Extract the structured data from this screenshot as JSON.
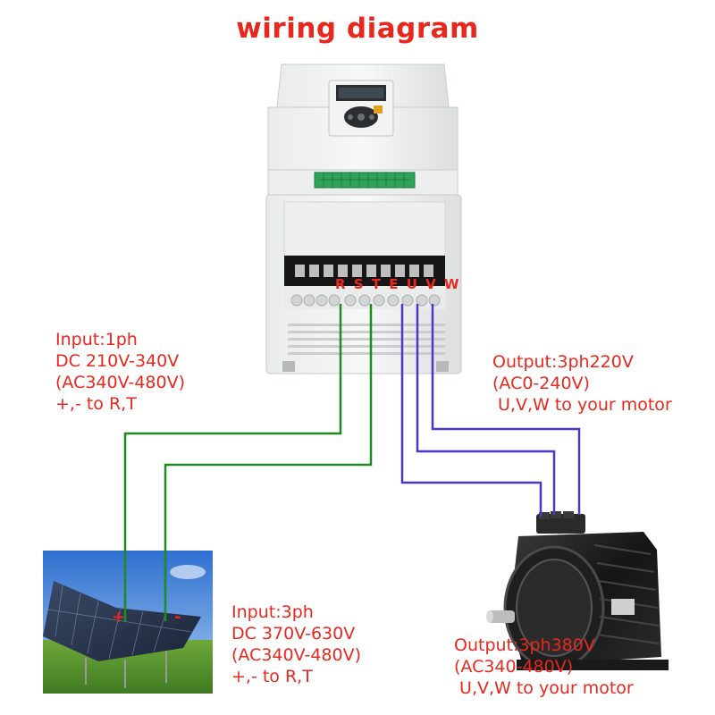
{
  "title": "wiring diagram",
  "terminals": "R S T E U V W",
  "input_1ph": [
    "Input:1ph",
    "DC 210V-340V",
    "(AC340V-480V)",
    "+,- to R,T"
  ],
  "input_3ph": [
    "Input:3ph",
    "DC 370V-630V",
    "(AC340V-480V)",
    "+,- to R,T"
  ],
  "output_3ph220": [
    "Output:3ph220V",
    "(AC0-240V)",
    " U,V,W to your motor"
  ],
  "output_3ph380": [
    "Output:3ph380V",
    "(AC340-480V)",
    " U,V,W to your motor"
  ],
  "panel_signs": {
    "plus": "+",
    "minus": "-"
  },
  "colors": {
    "label": "#e8281e",
    "dc_wire": "#1f8a1f",
    "ac_wire": "#4b36c8"
  }
}
